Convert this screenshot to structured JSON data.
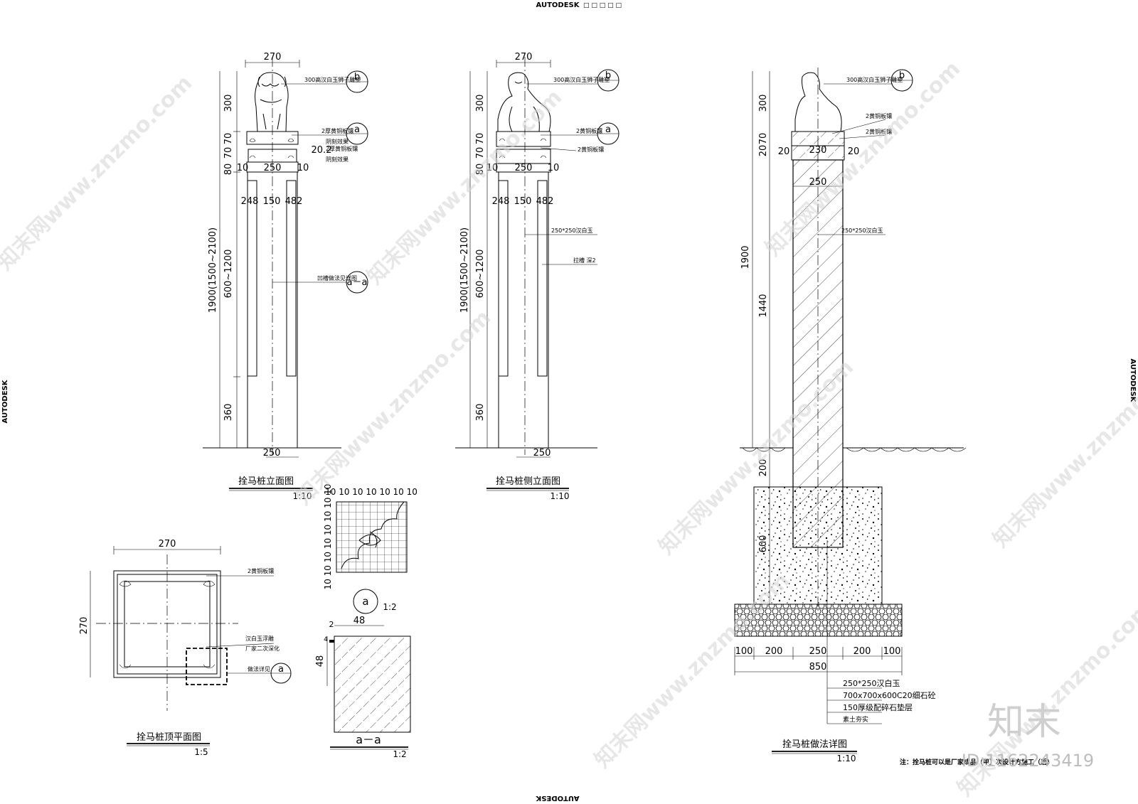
{
  "header": {
    "brand_top": "AUTODESK",
    "brand_side": "AUTODESK",
    "placeholder_glyphs": "□ □ □ □ □"
  },
  "elev1": {
    "title": "拴马桩立面图",
    "scale": "1:10",
    "dims": {
      "top": "270",
      "d300": "300",
      "d70a": "70",
      "d70b": "70",
      "d80": "80",
      "d1900": "1900(1500~2100)",
      "d600": "600~1200",
      "d360": "360",
      "w250": "250",
      "l10": "10",
      "r10": "10",
      "c248": "248",
      "c150": "150",
      "c482": "482",
      "bottom": "250",
      "d202": "20.2"
    },
    "notes": {
      "lion": "300高汉白玉狮子雕塑",
      "plate": "2厚黄铜板镶",
      "plate2": "2厚黄铜板镶",
      "groove1": "阴刻效果",
      "groove2": "阴刻效果",
      "detail": "凹槽做法见详图"
    },
    "tags": {
      "b": "b",
      "a1": "a",
      "aa": "a－a"
    }
  },
  "elev2": {
    "title": "拴马桩侧立面图",
    "scale": "1:10",
    "dims": {
      "top": "270",
      "d300": "300",
      "d70a": "70",
      "d70b": "70",
      "d80": "80",
      "d1900": "1900(1500~2100)",
      "d600": "600~1200",
      "d360": "360",
      "w250": "250",
      "l10": "10",
      "r10": "10",
      "c248": "248",
      "c150": "150",
      "c482": "482",
      "bottom": "250"
    },
    "notes": {
      "lion": "300高汉白玉狮子雕塑",
      "plate": "2黄铜板镶",
      "plate2": "2黄铜板镶",
      "stone": "250*250汉白玉",
      "ring": "拉槽 深2"
    },
    "tags": {
      "b": "b",
      "a": "a"
    }
  },
  "detail": {
    "title": "拴马桩做法详图",
    "scale": "1:10",
    "dims": {
      "d300": "300",
      "d70": "70",
      "d20a": "20",
      "d1900": "1900",
      "d1440": "1440",
      "d200": "200",
      "d600": "600",
      "w230": "230",
      "w250": "250",
      "l20": "20",
      "r20": "20",
      "b100a": "100",
      "b200a": "200",
      "b250": "250",
      "b200b": "200",
      "b100b": "100",
      "b850": "850"
    },
    "notes": {
      "lion": "300高汉白玉狮子雕塑",
      "plate1": "2黄铜板镶",
      "plate2": "2黄铜板镶",
      "stone": "250*250汉白玉",
      "layer1": "250*250汉白玉",
      "layer2": "700x700x600C20细石砼",
      "layer3": "150厚级配碎石垫层",
      "layer4": "素土夯实"
    },
    "tags": {
      "b": "b"
    }
  },
  "plan": {
    "title": "拴马桩顶平面图",
    "scale": "1:5",
    "dims": {
      "top": "270",
      "left": "270"
    },
    "notes": {
      "plate": "2黄铜板镶",
      "carve1": "汉白玉浮雕",
      "carve2": "厂家二次深化",
      "detail": "做法详见"
    },
    "tags": {
      "a": "a"
    }
  },
  "grid": {
    "top_labels": "10 10 10 10 10 10 10",
    "side_labels": "10 10 10 10 10 10 10 10"
  },
  "section_a": {
    "tag": "a",
    "scale": "1:2"
  },
  "section_aa": {
    "title": "a－a",
    "scale": "1:2",
    "dims": {
      "w48": "48",
      "h48": "48",
      "d2": "2",
      "d4": "4"
    }
  },
  "note": {
    "text": "注：拴马桩可以是厂家成品（甲）次设计方施工（后）"
  },
  "watermark": {
    "text": "知末网www.znzmo.com",
    "logo": "知末",
    "id": "ID:1162243419"
  }
}
